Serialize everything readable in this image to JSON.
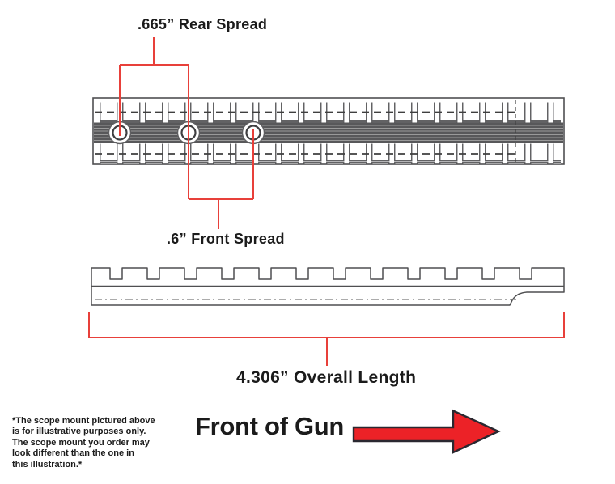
{
  "diagram": {
    "title_context": "scope mount dimension diagram",
    "rear_spread_label": ".665” Rear Spread",
    "front_spread_label": ".6” Front Spread",
    "overall_length_label": "4.306” Overall Length",
    "front_of_gun_label": "Front of Gun",
    "disclaimer_lines": [
      "*The scope mount pictured above",
      "is for illustrative purposes only.",
      "The scope mount you order may",
      "look different than the one in",
      "this illustration.*"
    ],
    "measurements": {
      "rear_spread_inches": 0.665,
      "front_spread_inches": 0.6,
      "overall_length_inches": 4.306,
      "hole_count": 3
    },
    "colors": {
      "dimension_red": "#e8403a",
      "arrow_red": "#ec2227",
      "arrow_outline": "#2a2830",
      "line_art": "#4f4f51",
      "strip_fill": "#58585a",
      "strip_stripe": "#9a9a9a",
      "text_black": "#1b1b1b"
    }
  }
}
